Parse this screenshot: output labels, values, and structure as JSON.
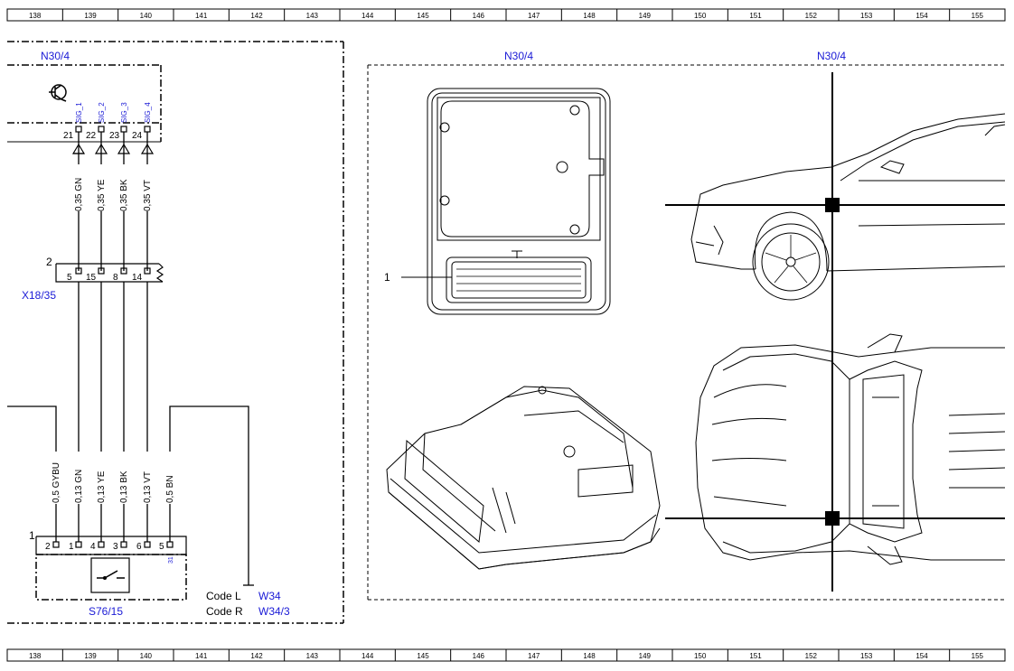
{
  "ruler": {
    "columns": [
      "138",
      "139",
      "140",
      "141",
      "142",
      "143",
      "144",
      "145",
      "146",
      "147",
      "148",
      "149",
      "150",
      "151",
      "152",
      "153",
      "154",
      "155"
    ]
  },
  "components": {
    "n30_label_left": "N30/4",
    "n30_label_mid": "N30/4",
    "n30_label_right": "N30/4",
    "x18_label": "X18/35",
    "s76_label": "S76/15"
  },
  "n30_pins": {
    "signals": [
      "SIG_1",
      "SIG_2",
      "SIG_3",
      "SIG_4"
    ],
    "numbers": [
      "21",
      "22",
      "23",
      "24"
    ]
  },
  "wires_upper": [
    "0,35 GN",
    "0,35 YE",
    "0,35 BK",
    "0,35 VT"
  ],
  "x18": {
    "connector_number": "2",
    "pins": [
      "5",
      "15",
      "8",
      "14"
    ]
  },
  "wires_lower": [
    "0,5 GYBU",
    "0,13 GN",
    "0,13 YE",
    "0,13 BK",
    "0,13 VT",
    "0,5 BN"
  ],
  "s76": {
    "connector_number": "1",
    "pins": [
      "2",
      "1",
      "4",
      "3",
      "6",
      "5"
    ],
    "pin_tag": "31"
  },
  "codes": {
    "line1_label": "Code L",
    "line1_value": "W34",
    "line2_label": "Code R",
    "line2_value": "W34/3"
  },
  "locator": {
    "callout_number": "1"
  }
}
